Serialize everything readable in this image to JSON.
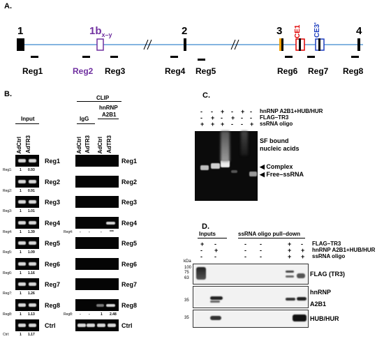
{
  "panelA": {
    "label": "A.",
    "exons": [
      "1",
      "1b",
      "2",
      "3",
      "CE1",
      "CE3'",
      "4"
    ],
    "exon_1b_sub": "x–y",
    "regions": [
      "Reg1",
      "Reg2",
      "Reg3",
      "Reg4",
      "Reg5",
      "Reg6",
      "Reg7",
      "Reg8"
    ],
    "colors": {
      "purple": "#7030a0",
      "red": "#e00000",
      "blue": "#1f3fbf",
      "line": "#5b9bd5"
    }
  },
  "panelB": {
    "label": "B.",
    "input_title": "Input",
    "clip_title": "CLIP",
    "igg": "IgG",
    "hnrnp": "hnRNP",
    "a2b1": "A2B1",
    "input_lanes": [
      "AdCtrl",
      "AdTR3"
    ],
    "clip_lanes": [
      "AdCtrl",
      "AdTR3",
      "AdCtrl",
      "AdTR3"
    ],
    "rows": [
      {
        "name": "Reg1",
        "small": "Reg1:",
        "v1": "1",
        "v2": "0.93"
      },
      {
        "name": "Reg2",
        "small": "Reg2:",
        "v1": "1",
        "v2": "0.91"
      },
      {
        "name": "Reg3",
        "small": "Reg3:",
        "v1": "1",
        "v2": "1.01"
      },
      {
        "name": "Reg4",
        "small": "Reg4:",
        "v1": "1",
        "v2": "1.39"
      },
      {
        "name": "Reg5",
        "small": "Reg5:",
        "v1": "1",
        "v2": "1.09"
      },
      {
        "name": "Reg6",
        "small": "Reg6:",
        "v1": "1",
        "v2": "1.16"
      },
      {
        "name": "Reg7",
        "small": "Reg7:",
        "v1": "1",
        "v2": "1.26"
      },
      {
        "name": "Reg8",
        "small": "Reg8:",
        "v1": "1",
        "v2": "1.13"
      },
      {
        "name": "Ctrl",
        "small": "Ctrl:",
        "v1": "1",
        "v2": "1.17"
      }
    ],
    "clip_reg4": {
      "small": "Reg4:",
      "vals": [
        "-",
        "-",
        "-",
        "***"
      ]
    },
    "clip_reg8": {
      "small": "Reg8:",
      "vals": [
        "-",
        "-",
        "1",
        "2.48"
      ]
    }
  },
  "panelC": {
    "label": "C.",
    "rows": [
      {
        "signs": [
          "-",
          "-",
          "+",
          "-",
          "+",
          "-"
        ],
        "label": "hnRNP A2B1+HUB/HUR"
      },
      {
        "signs": [
          "-",
          "+",
          "-",
          "+",
          "-",
          "-"
        ],
        "label": "FLAG–TR3"
      },
      {
        "signs": [
          "+",
          "+",
          "+",
          "-",
          "-",
          "+"
        ],
        "label": "ssRNA oligo"
      }
    ],
    "sf_bound_1": "SF bound",
    "sf_bound_2": "nucleic acids",
    "complex": "Complex",
    "free": "Free–ssRNA"
  },
  "panelD": {
    "label": "D.",
    "inputs": "Inputs",
    "pulldown": "ssRNA oligo pull–down",
    "rows": [
      {
        "signs": [
          "+",
          "-",
          "-",
          "-",
          "+",
          "-"
        ],
        "label": "FLAG–TR3"
      },
      {
        "signs": [
          "-",
          "+",
          "-",
          "-",
          "+",
          "+"
        ],
        "label": "hnRNP A2B1+HUB/HUR"
      },
      {
        "signs": [
          "-",
          "-",
          "-",
          "-",
          "+",
          "+"
        ],
        "label": "ssRNA oligo"
      }
    ],
    "kda": "kDa",
    "markers1": [
      "100",
      "75",
      "63"
    ],
    "marker2": "35",
    "marker3": "35",
    "flag": "FLAG (TR3)",
    "hnrnp": "hnRNP",
    "a2b1": "A2B1",
    "hub": "HUB/HUR"
  }
}
